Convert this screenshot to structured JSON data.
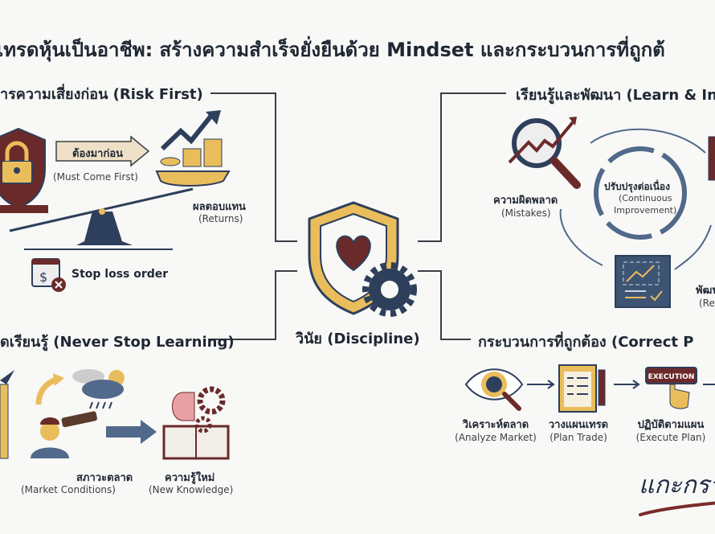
{
  "title": "เทรดหุ้นเป็นอาชีพ: สร้างความสำเร็จยั่งยืนด้วย Mindset และกระบวนการที่ถูกต้",
  "center": {
    "label": "วินัย (Discipline)",
    "icon": "shield-heart-gear-icon"
  },
  "risk_first": {
    "heading": "ารความเสี่ยงก่อน (Risk First)",
    "arrow_label": "ต้องมาก่อน",
    "arrow_sub": "(Must Come First)",
    "returns_label": "ผลตอบแทน",
    "returns_sub": "(Returns)",
    "stop_loss": "Stop loss order"
  },
  "learn_improve": {
    "heading": "เรียนรู้และพัฒนา (Learn & In",
    "mistakes_label": "ความผิดพลาด",
    "mistakes_sub": "(Mistakes)",
    "cycle_label": "ปรับปรุงต่อเนื่อง",
    "cycle_sub1": "(Continuous",
    "cycle_sub2": "Improvement)",
    "refine_label": "พัฒนา",
    "refine_sub": "(Refine"
  },
  "never_stop": {
    "heading": "ดเรียนรู้ (Never Stop Learning)",
    "market_label": "สภาวะตลาด",
    "market_sub": "(Market Conditions)",
    "knowledge_label": "ความรู้ใหม่",
    "knowledge_sub": "(New Knowledge)"
  },
  "correct_process": {
    "heading": "กระบวนการที่ถูกต้อง (Correct P",
    "steps": [
      {
        "label": "วิเคราะห์ตลาด",
        "sub": "(Analyze Market)"
      },
      {
        "label": "วางแผนเทรด",
        "sub": "(Plan Trade)"
      },
      {
        "label": "ปฏิบัติตามแผน",
        "sub": "(Execute Plan)"
      }
    ],
    "execution_button": "EXECUTION"
  },
  "signature": "แกะกรา",
  "colors": {
    "navy": "#2e3f5c",
    "maroon": "#6b2a2a",
    "gold": "#eabd5c",
    "bg": "#f8f8f6"
  }
}
